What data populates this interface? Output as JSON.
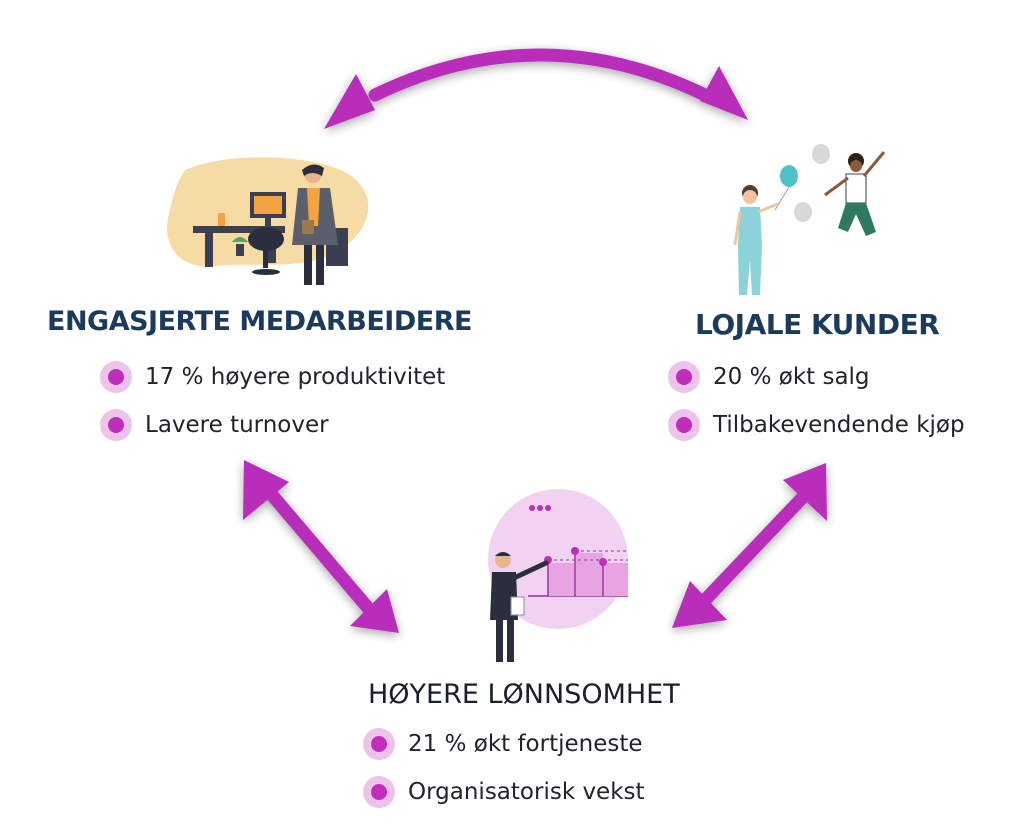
{
  "colors": {
    "arrow": "#b82fbb",
    "title": "#1b3a5c",
    "bullet_outer": "#ecc4ea",
    "bullet_inner": "#c02dbb",
    "illustration_blob": "#f7dba4",
    "chart_bubble": "#f1d2f0",
    "balloon": "#4cc2c4"
  },
  "nodes": {
    "engaged_employees": {
      "title": "ENGASJERTE MEDARBEIDERE",
      "points": [
        "17 % høyere produktivitet",
        "Lavere turnover"
      ],
      "illustration_icon": "office-worker-icon"
    },
    "loyal_customers": {
      "title": "LOJALE KUNDER",
      "points": [
        "20 % økt salg",
        "Tilbakevendende kjøp"
      ],
      "illustration_icon": "celebrating-customers-icon"
    },
    "profitability": {
      "title": "HØYERE LØNNSOMHET",
      "points": [
        "21 % økt fortjeneste",
        "Organisatorisk vekst"
      ],
      "illustration_icon": "presenter-chart-icon"
    }
  },
  "edges": [
    {
      "from": "engaged_employees",
      "to": "loyal_customers",
      "direction": "both",
      "icon": "double-arrow-icon"
    },
    {
      "from": "engaged_employees",
      "to": "profitability",
      "direction": "both",
      "icon": "double-arrow-icon"
    },
    {
      "from": "loyal_customers",
      "to": "profitability",
      "direction": "both",
      "icon": "double-arrow-icon"
    }
  ]
}
